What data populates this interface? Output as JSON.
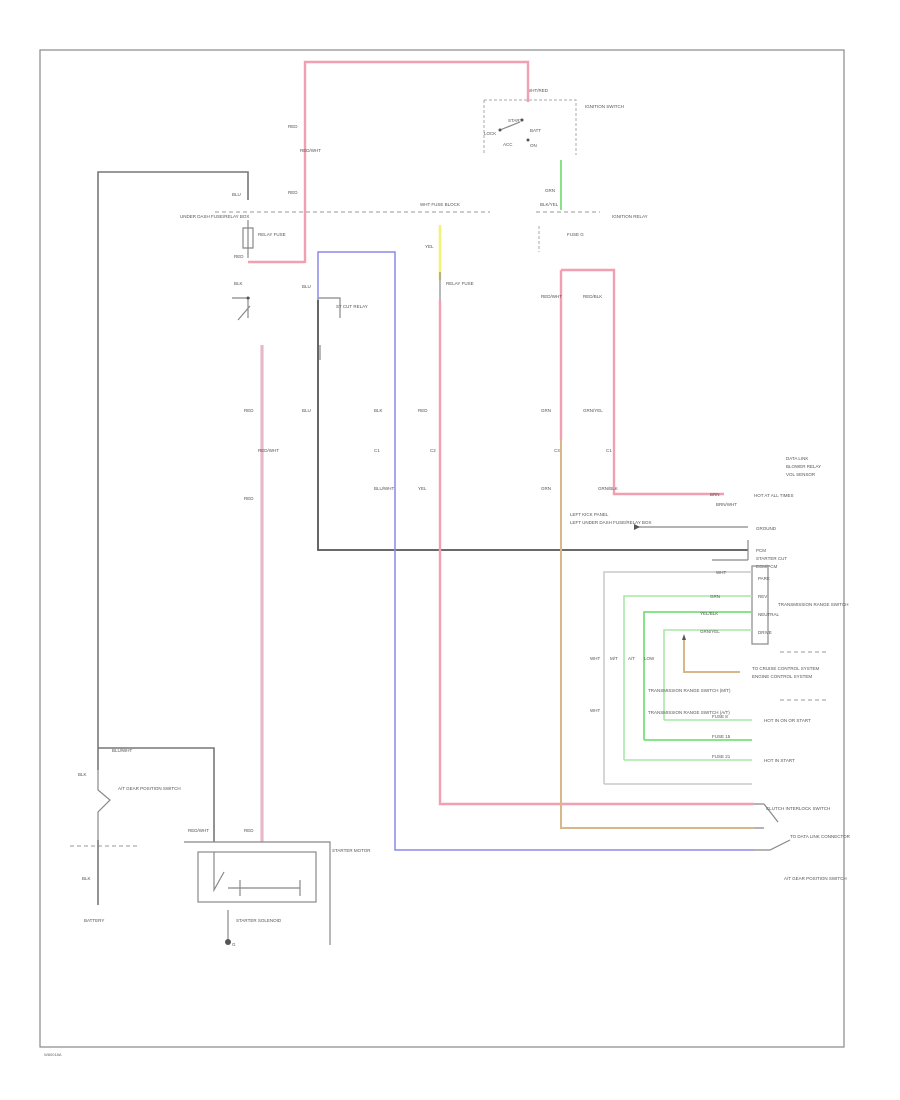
{
  "page": {
    "corner_label": "W80018A"
  },
  "labels": {
    "ignition_switch": "IGNITION SWITCH",
    "start": "START",
    "lock": "LOCK",
    "acc": "ACC",
    "on": "ON",
    "batt": "BATT",
    "wht_red_top": "WHT/RED",
    "fuse_g": "FUSE G",
    "ignition_relay": "IGNITION RELAY",
    "wht_fuse_block": "WHT FUSE BLOCK",
    "relay_fuse_1": "RELAY FUSE",
    "relay_fuse_2": "RELAY FUSE",
    "st_cut_relay": "ST CUT RELAY",
    "blu_1": "BLU",
    "blu_2": "BLU",
    "blu_3": "BLU",
    "yel_1": "YEL",
    "yel_2": "YEL",
    "red_1": "RED",
    "red_2": "RED",
    "red_3": "RED",
    "red_4": "RED",
    "red_5": "RED",
    "red_6": "RED",
    "blk_1": "BLK",
    "blk_2": "BLK",
    "grn_1": "GRN",
    "grn_2": "GRN",
    "grn_3": "GRN",
    "grn_4": "GRN",
    "wht_1": "WHT",
    "wht_2": "WHT",
    "wht_3": "WHT",
    "grn_yel": "GRN/YEL",
    "grn_blk": "GRN/BLK",
    "blu_wht": "BLU/WHT",
    "yel_blk": "YEL/BLK",
    "red_blk": "RED/BLK",
    "red_wht_1": "RED/WHT",
    "red_wht_2": "RED/WHT",
    "red_wht_3": "RED/WHT",
    "brn": "BRN",
    "brn_wht": "BRN/WHT",
    "blk_yel": "BLK/YEL",
    "c1_1": "C1",
    "c1_2": "C1",
    "c2_1": "C2",
    "c3_1": "C3",
    "left_kick": "LEFT KICK PANEL",
    "under_dash": "UNDER DASH FUSE/RELAY BOX",
    "left_under": "LEFT UNDER DASH FUSE/RELAY BOX",
    "starter_solenoid": "STARTER SOLENOID",
    "starter_motor": "STARTER MOTOR",
    "neutral_switch": "A/T GEAR POSITION SWITCH",
    "battery": "BATTERY",
    "ground_g": "G",
    "pcm": "PCM",
    "engine_control": "ENGINE CONTROL SYSTEM",
    "transmission_range": "TRANSMISSION RANGE SWITCH",
    "clutch_interlock": "CLUTCH INTERLOCK SWITCH",
    "data_link": "DATA LINK",
    "blower": "BLOWER RELAY",
    "vol_sensor": "VOL SENSOR",
    "park": "PARK",
    "rev": "REV",
    "neutral": "NEUTRAL",
    "drive": "DRIVE",
    "low": "LOW",
    "mt": "M/T",
    "at": "A/T",
    "to_cruise": "TO CRUISE CONTROL SYSTEM",
    "starter_cut": "STARTER CUT",
    "ecm_pcm": "ECM/PCM",
    "tr_range_sw": "TRANSMISSION RANGE SWITCH (M/T)",
    "tr_range_sw_at": "TRANSMISSION RANGE SWITCH (A/T)",
    "to_data_link": "TO DATA LINK CONNECTOR",
    "fuse_8": "FUSE 8",
    "fuse_15": "FUSE 15",
    "fuse_21": "FUSE 21",
    "hot_at_all_times": "HOT AT ALL TIMES",
    "hot_in_start": "HOT IN START",
    "hot_in_on": "HOT IN ON OR START",
    "ground": "GROUND"
  },
  "colors": {
    "red_wire": "#f0a0b0",
    "blue_wire": "#8a8ae8",
    "yellow_wire": "#f2f27a",
    "green_wire": "#7ae07a",
    "tan_wire": "#d8b88a",
    "gray_wire": "#777777"
  },
  "icons": [
    "switch-icon",
    "relay-coil-icon",
    "ground-icon",
    "solenoid-icon",
    "connector-arrow-icon"
  ]
}
